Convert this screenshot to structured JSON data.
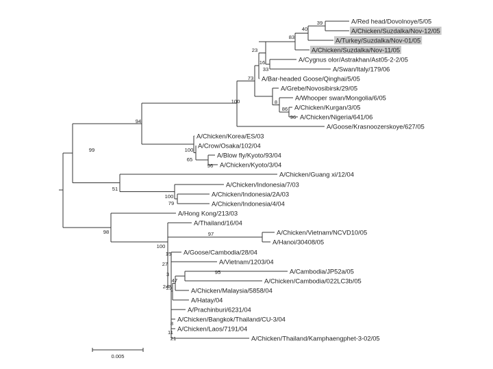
{
  "tree": {
    "highlight_color": "#c9c9c9",
    "line_color": "#333333",
    "taxa": [
      {
        "label": "A/Red head/Dovolnoye/5/05",
        "highlighted": false
      },
      {
        "label": "A/Chicken/Suzdalka/Nov-12/05",
        "highlighted": true
      },
      {
        "label": "A/Turkey/Suzdalka/Nov-01/05",
        "highlighted": true
      },
      {
        "label": "A/Chicken/Suzdalka/Nov-11/05",
        "highlighted": true
      },
      {
        "label": "A/Cygnus olor/Astrakhan/Ast05-2-2/05",
        "highlighted": false
      },
      {
        "label": "A/Swan/Italy/179/06",
        "highlighted": false
      },
      {
        "label": "A/Bar-headed Goose/Qinghai/5/05",
        "highlighted": false
      },
      {
        "label": "A/Grebe/Novosibirsk/29/05",
        "highlighted": false
      },
      {
        "label": "A/Whooper swan/Mongolia/6/05",
        "highlighted": false
      },
      {
        "label": "A/Chicken/Kurgan/3/05",
        "highlighted": false
      },
      {
        "label": "A/Chicken/Nigeria/641/06",
        "highlighted": false
      },
      {
        "label": "A/Goose/Krasnoozerskoye/627/05",
        "highlighted": false
      },
      {
        "label": "A/Chicken/Korea/ES/03",
        "highlighted": false
      },
      {
        "label": "A/Crow/Osaka/102/04",
        "highlighted": false
      },
      {
        "label": "A/Blow fly/Kyoto/93/04",
        "highlighted": false
      },
      {
        "label": "A/Chicken/Kyoto/3/04",
        "highlighted": false
      },
      {
        "label": "A/Chicken/Guang xi/12/04",
        "highlighted": false
      },
      {
        "label": "A/Chicken/Indonesia/7/03",
        "highlighted": false
      },
      {
        "label": "A/Chicken/Indonesia/2A/03",
        "highlighted": false
      },
      {
        "label": "A/Chicken/Indonesia/4/04",
        "highlighted": false
      },
      {
        "label": "A/Hong Kong/213/03",
        "highlighted": false
      },
      {
        "label": "A/Thailand/16/04",
        "highlighted": false
      },
      {
        "label": "A/Chicken/Vietnam/NCVD10/05",
        "highlighted": false
      },
      {
        "label": "A/Hanoi/30408/05",
        "highlighted": false
      },
      {
        "label": "A/Goose/Cambodia/28/04",
        "highlighted": false
      },
      {
        "label": "A/Vietnam/1203/04",
        "highlighted": false
      },
      {
        "label": "A/Cambodia/JP52a/05",
        "highlighted": false
      },
      {
        "label": "A/Chicken/Cambodia/022LC3b/05",
        "highlighted": false
      },
      {
        "label": "A/Chicken/Malaysia/5858/04",
        "highlighted": false
      },
      {
        "label": "A/Hatay/04",
        "highlighted": false
      },
      {
        "label": "A/Prachinburi/6231/04",
        "highlighted": false
      },
      {
        "label": "A/Chicken/Bangkok/Thailand/CU-3/04",
        "highlighted": false
      },
      {
        "label": "A/Chicken/Laos/7191/04",
        "highlighted": false
      },
      {
        "label": "A/Chicken/Thailand/Kamphaengphet-3-02/05",
        "highlighted": false
      }
    ],
    "support_values": [
      "39",
      "40",
      "83",
      "23",
      "16",
      "33",
      "73",
      "100",
      "8",
      "86",
      "96",
      "94",
      "99",
      "100",
      "65",
      "96",
      "51",
      "100",
      "79",
      "98",
      "100",
      "97",
      "15",
      "27",
      "3",
      "95",
      "47",
      "24",
      "29",
      "8",
      "11",
      "21"
    ],
    "scale_bar_label": "0.005"
  }
}
